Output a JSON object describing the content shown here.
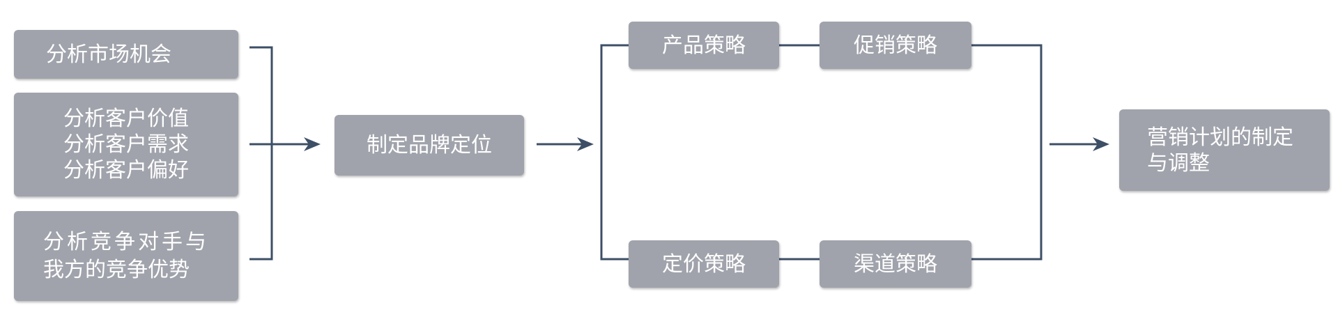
{
  "colors": {
    "box_fill": "#a0a3ab",
    "box_text": "#ffffff",
    "connector": "#3d4f66"
  },
  "analysis": {
    "market": [
      "分析市场机会"
    ],
    "customer": [
      "分析客户价值",
      "分析客户需求",
      "分析客户偏好"
    ],
    "competition": [
      "分析竞争对手与",
      "我方的竞争优势"
    ]
  },
  "positioning": [
    "制定品牌定位"
  ],
  "strategies": {
    "product": "产品策略",
    "promotion": "促销策略",
    "pricing": "定价策略",
    "channel": "渠道策略"
  },
  "outcome": [
    "营销计划的制定",
    "与调整"
  ]
}
